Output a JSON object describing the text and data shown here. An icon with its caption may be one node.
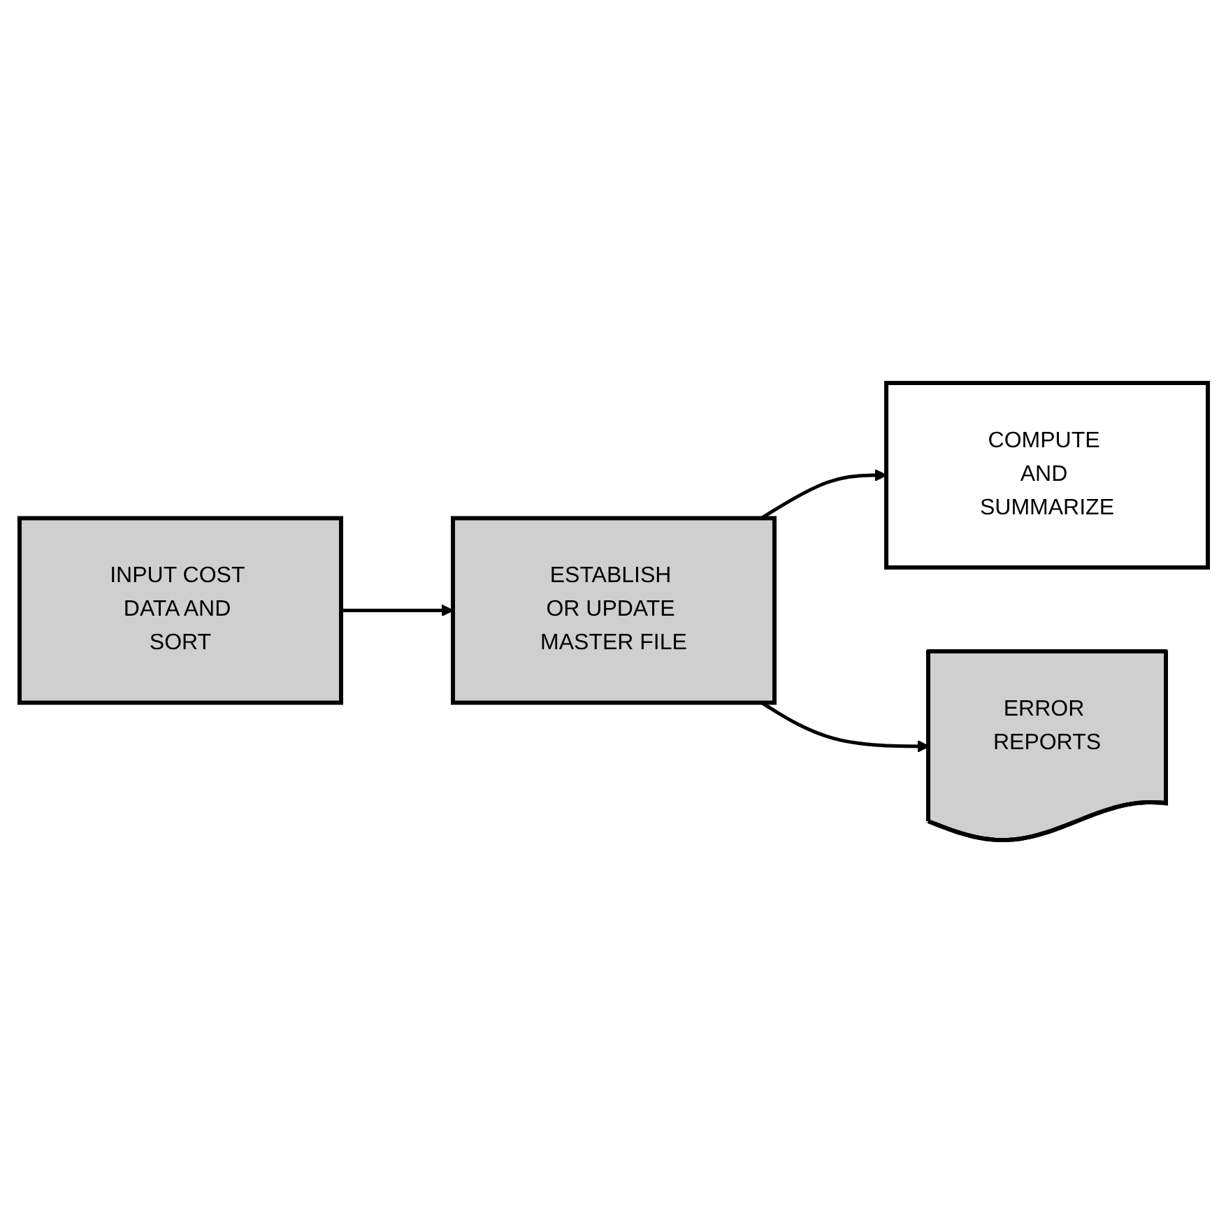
{
  "diagram": {
    "nodes": [
      {
        "text": [
          "INPUT COST DATA AND SORT"
        ]
      },
      {
        "text": [
          "ESTABLISH OR UPDATE MASTER FILE"
        ]
      },
      {
        "text": [
          "COMPUTE AND SUMMARIZE"
        ]
      },
      {
        "text": [
          "ERROR REPORTS"
        ]
      }
    ],
    "edges": [
      {
        "from": 0,
        "to": 1,
        "arrow": "to"
      },
      {
        "from": 1,
        "to": 2,
        "arrow": "to"
      },
      {
        "from": 1,
        "to": 3,
        "arrow": "to"
      }
    ]
  }
}
